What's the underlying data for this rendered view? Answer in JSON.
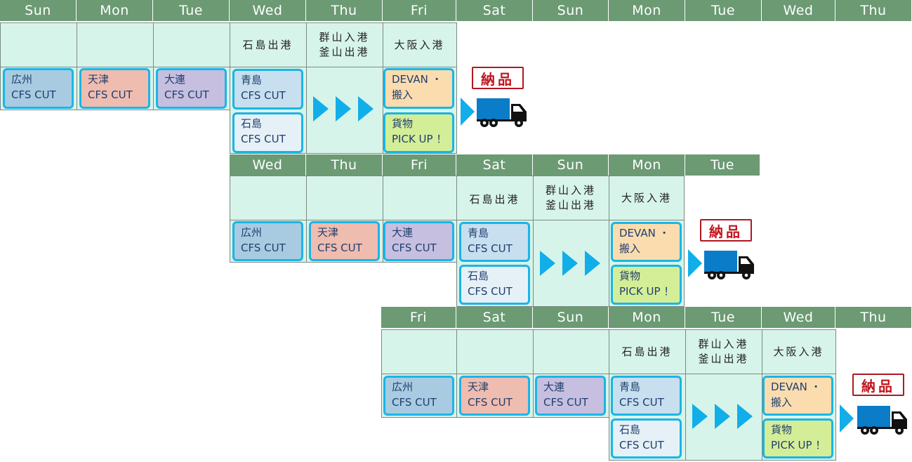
{
  "row1_days": [
    "Sun",
    "Mon",
    "Tue",
    "Wed",
    "Thu",
    "Fri",
    "Sat",
    "Sun",
    "Mon",
    "Tue",
    "Wed",
    "Thu"
  ],
  "row2_days": [
    "Wed",
    "Thu",
    "Fri",
    "Sat",
    "Sun",
    "Mon",
    "Tue"
  ],
  "row3_days": [
    "Fri",
    "Sat",
    "Sun",
    "Mon",
    "Tue",
    "Wed",
    "Thu"
  ],
  "ports": {
    "depart_ishijima": "石島出港",
    "gunsan_in": "群山入港",
    "busan_out": "釜山出港",
    "osaka_in": "大阪入港"
  },
  "cutoffs": {
    "guangzhou": "広州",
    "tianjin": "天津",
    "dalian": "大連",
    "qingdao": "青島",
    "ishijima": "石島",
    "cfs_cut": "CFS CUT"
  },
  "devan": {
    "line1": "DEVAN ・",
    "line2": "搬入"
  },
  "pickup": {
    "line1": "貨物",
    "line2": "PICK UP ！"
  },
  "delivery_label": "納品",
  "icons": [
    "arrow-right-icon",
    "truck-icon"
  ],
  "colors": {
    "header_green": "#6b9a73",
    "cell_mint": "#d7f4ea",
    "box_border_cyan": "#1ab5e6",
    "arrow_blue": "#12aee9",
    "truck_blue": "#0a7cc8",
    "delivery_red": "#c0141c"
  }
}
